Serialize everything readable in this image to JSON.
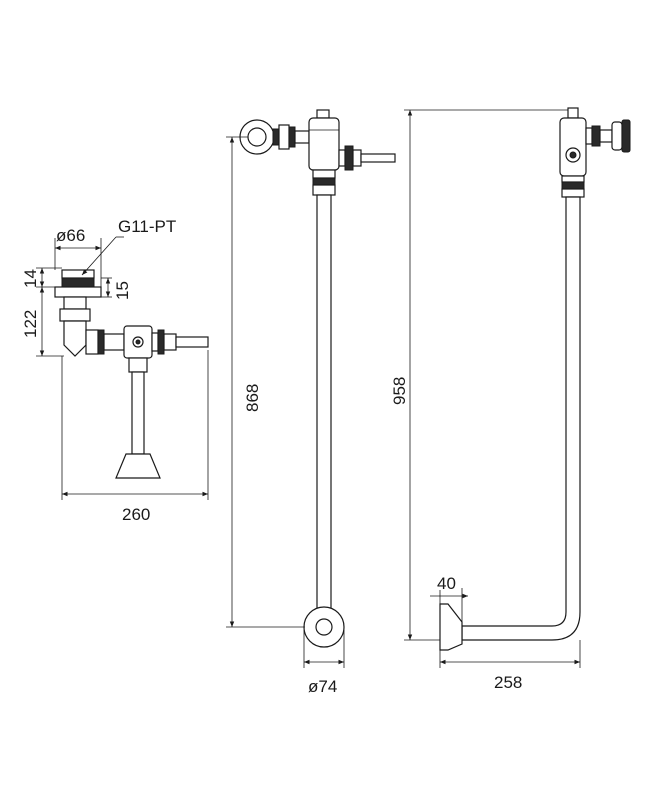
{
  "labels": {
    "thread": "G11-PT",
    "dia_top": "ø66",
    "dim_14": "14",
    "dim_15": "15",
    "dim_122": "122",
    "dim_260": "260",
    "dim_868": "868",
    "dim_74": "ø74",
    "dim_958": "958",
    "dim_40": "40",
    "dim_258": "258"
  }
}
